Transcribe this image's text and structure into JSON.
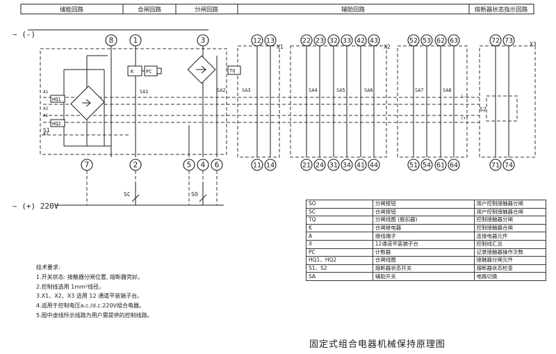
{
  "header": {
    "sections": [
      "储能回路",
      "合闸回路",
      "分闸回路",
      "辅助回路",
      "熔断器状态指示回路"
    ]
  },
  "supply": {
    "top": "~ (-)",
    "bottom": "~ (+) 220V"
  },
  "terminal_blocks": [
    "X1",
    "X2",
    "X3"
  ],
  "terminals_top": [
    "8",
    "1",
    "3",
    "12",
    "13",
    "22",
    "23",
    "32",
    "33",
    "42",
    "43",
    "52",
    "53",
    "62",
    "63",
    "72",
    "73"
  ],
  "terminals_bottom": [
    "7",
    "2",
    "5",
    "4",
    "6",
    "11",
    "14",
    "21",
    "24",
    "31",
    "34",
    "41",
    "44",
    "51",
    "54",
    "61",
    "64",
    "71",
    "74"
  ],
  "component_labels": {
    "hq1": "HQ1",
    "hq2": "HQ2",
    "k": "K",
    "pc": "PC",
    "tq": "TQ",
    "s1": "S1",
    "s2": "S2",
    "sc": "SC",
    "so": "SO",
    "sa1": "SA1",
    "sa2": "SA2",
    "sa3": "SA3",
    "sa4": "SA4",
    "sa5": "SA5",
    "sa6": "SA6",
    "sa7": "SA7",
    "sa8": "SA8",
    "a1": "A1",
    "a2": "A2",
    "minus": "(-)",
    "plus": "(+)"
  },
  "legend": [
    [
      "SO",
      "分闸按钮",
      "用户控制接触器分闸"
    ],
    [
      "SC",
      "合闸按钮",
      "用户控制接触器合闸"
    ],
    [
      "TQ",
      "分闸线圈 (脱扣器)",
      "控制接触器分闸"
    ],
    [
      "K",
      "合闸继电器",
      "控制接触器合闸"
    ],
    [
      "A",
      "接线端子",
      "连接电器元件"
    ],
    [
      "X",
      "12通道平装端子台",
      "控制线汇总"
    ],
    [
      "PC",
      "计数器",
      "记录接触器操作次数"
    ],
    [
      "HQ1、HQ2",
      "合闸线圈",
      "接触器分闸元件"
    ],
    [
      "S1、S2",
      "熔断器状态开关",
      "熔断器状态检查"
    ],
    [
      "SA",
      "辅助开关",
      "电路切换"
    ]
  ],
  "notes": {
    "title": "技术要求:",
    "items": [
      "1.开关状态: 接触器分闸位置, 熔断器完好。",
      "2.控制线选用 1mm²线径。",
      "3.X1、X2、X3 选用 12 通道平装端子台。",
      "4.适用于控制电压a.c./d.c.220V组合电器。",
      "5.图中虚线所示线路为用户需提供的控制线路。"
    ]
  },
  "caption": "固定式组合电器机械保持原理图"
}
